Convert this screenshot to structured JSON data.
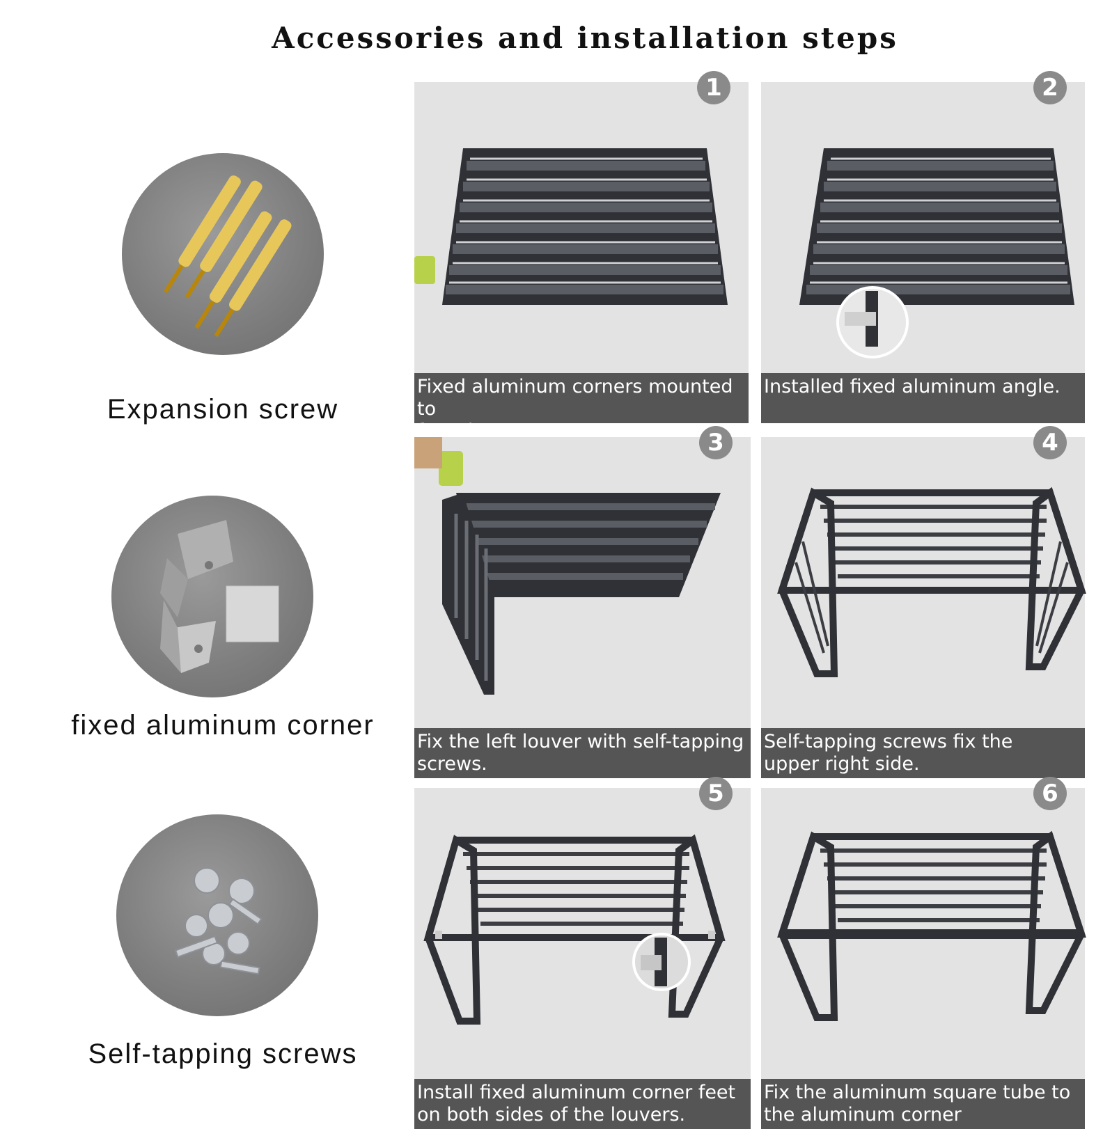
{
  "title": "Accessories and installation steps",
  "accessories": [
    {
      "label": "Expansion screw",
      "icon": "expansion-screw-icon"
    },
    {
      "label": "fixed aluminum corner",
      "icon": "aluminum-corner-icon"
    },
    {
      "label": "Self-tapping screws",
      "icon": "self-tapping-screw-icon"
    }
  ],
  "steps": [
    {
      "number": "1",
      "caption": "Fixed aluminum corners mounted to\nfront louver corners"
    },
    {
      "number": "2",
      "caption": "Installed fixed aluminum angle."
    },
    {
      "number": "3",
      "caption": "Fix the left louver with self-tapping\nscrews."
    },
    {
      "number": "4",
      "caption": " Self-tapping screws fix the\n upper right side."
    },
    {
      "number": "5",
      "caption": " Install fixed aluminum corner feet\n  on both sides of the louvers."
    },
    {
      "number": "6",
      "caption": " Fix the aluminum square tube to\n  the aluminum corner"
    }
  ],
  "colors": {
    "caption_bg": "#555555",
    "panel_bg": "#e3e3e3",
    "louver": "#3b3d42",
    "screw_yellow": "#e8c75a"
  }
}
